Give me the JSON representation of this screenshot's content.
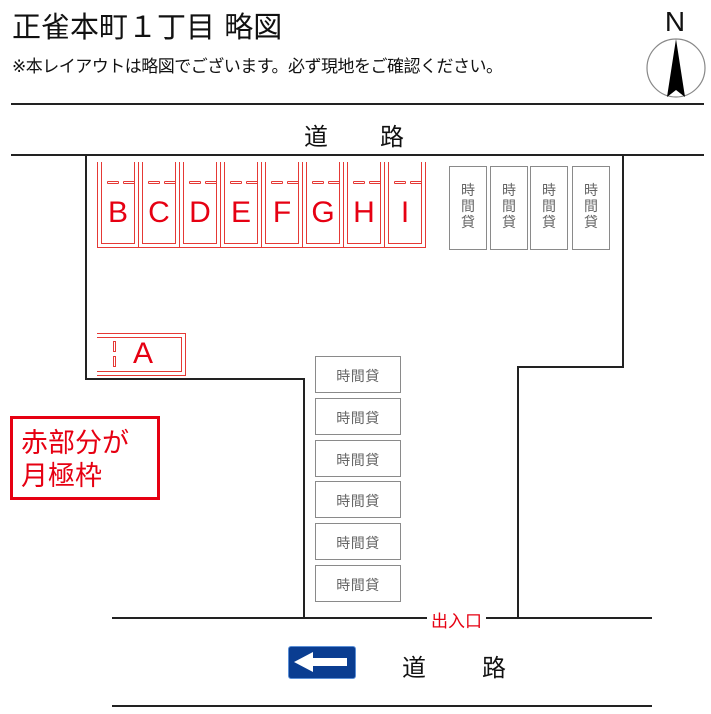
{
  "header": {
    "title": "正雀本町１丁目 略図",
    "subtitle": "※本レイアウトは略図でございます。必ず現地をご確認ください。"
  },
  "compass": {
    "label": "N",
    "icon": "north-arrow-icon"
  },
  "roads": {
    "top": {
      "label_chars": [
        "道",
        "路"
      ]
    },
    "bottom": {
      "label_chars": [
        "道",
        "路"
      ],
      "one_way_sign": "left-arrow-icon",
      "sign_color": "#0a3d91"
    }
  },
  "monthly_stalls": {
    "color": "#e60012",
    "top_row": [
      {
        "label": "B"
      },
      {
        "label": "C"
      },
      {
        "label": "D"
      },
      {
        "label": "E"
      },
      {
        "label": "F"
      },
      {
        "label": "G"
      },
      {
        "label": "H"
      },
      {
        "label": "I"
      }
    ],
    "side": {
      "label": "A"
    }
  },
  "hourly_stalls": {
    "label": "時間貸",
    "vertical_label_chars": [
      "時",
      "間",
      "貸"
    ],
    "top_row_count": 4,
    "column": [
      {
        "label": "時間貸"
      },
      {
        "label": "時間貸"
      },
      {
        "label": "時間貸"
      },
      {
        "label": "時間貸"
      },
      {
        "label": "時間貸"
      },
      {
        "label": "時間貸"
      }
    ],
    "color": "#8a8a8a"
  },
  "legend_note": {
    "line1": "赤部分が",
    "line2": "月極枠",
    "color": "#e60012"
  },
  "entrance": {
    "label": "出入口"
  }
}
